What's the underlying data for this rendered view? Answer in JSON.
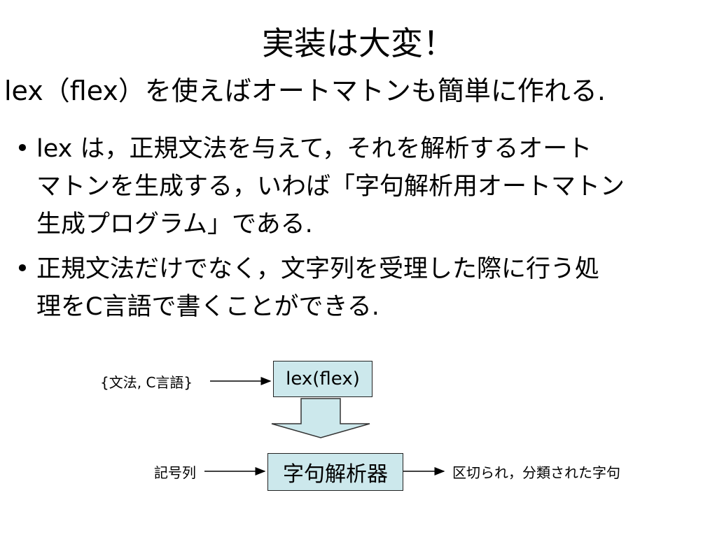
{
  "title": {
    "line1": "実装は大変！",
    "line2": "lex（flex）を使えばオートマトンも簡単に作れる."
  },
  "bullets": [
    {
      "marker": "•",
      "lines": [
        "lex は，正規文法を与えて，それを解析するオート",
        "マトンを生成する，いわば「字句解析用オートマトン",
        "生成プログラム」である."
      ]
    },
    {
      "marker": "•",
      "lines": [
        "正規文法だけでなく，文字列を受理した際に行う処",
        "理をC言語で書くことができる."
      ]
    }
  ],
  "diagram": {
    "input_lex_label": "{文法, C言語}",
    "lex_box_label": "lex(flex)",
    "input_lexer_label": "記号列",
    "lexer_box_label": "字句解析器",
    "output_label": "区切られ，分類された字句",
    "box_fill_color": "#cce8ec"
  }
}
